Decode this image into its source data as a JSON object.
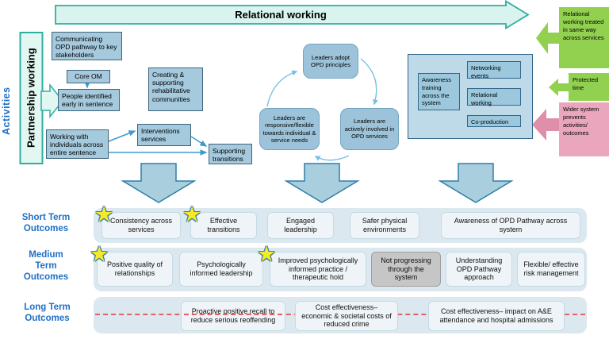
{
  "banners": {
    "relational": "Relational working",
    "partnership": "Partnership working",
    "activities_axis": "Activities"
  },
  "activity_boxes": {
    "communicating": "Communicating OPD pathway to key stakeholders",
    "core_om": "Core OM",
    "people_identified": "People identified early in sentence",
    "creating": "Creating & supporting rehabilitative communities",
    "working_with": "Working with individuals across entire sentence",
    "interventions": "Interventions services",
    "supporting": "Supporting transitions"
  },
  "leadership_cycle": {
    "top": "Leaders adopt OPD principles",
    "left": "Leaders are responsive/flexible towards individual & service needs",
    "right": "Leaders are actively involved in OPD services"
  },
  "system_box": {
    "awareness": "Awareness training across the system",
    "networking": "Networking events",
    "relational": "Relational working",
    "coproduction": "Co-production"
  },
  "side_notes": {
    "note1": "Relational working treated in same way across services",
    "note2": "Protected time",
    "note3": "Wider system prevents activities/ outcomes"
  },
  "rows": {
    "short": {
      "label": "Short Term Outcomes",
      "items": [
        {
          "label": "Consistency across services",
          "star": true
        },
        {
          "label": "Effective transitions",
          "star": true
        },
        {
          "label": "Engaged leadership",
          "star": false
        },
        {
          "label": "Safer physical environments",
          "star": false
        },
        {
          "label": "Awareness of OPD Pathway across system",
          "star": false
        }
      ]
    },
    "medium": {
      "label": "Medium Term Outcomes",
      "items": [
        {
          "label": "Positive quality of relationships",
          "star": true
        },
        {
          "label": "Psychologically informed leadership",
          "star": false
        },
        {
          "label": "Improved psychologically informed practice / therapeutic hold",
          "star": true
        },
        {
          "label": "Not progressing through the system",
          "star": false,
          "muted": true
        },
        {
          "label": "Understanding OPD Pathway approach",
          "star": false
        },
        {
          "label": "Flexible/ effective risk management",
          "star": false
        }
      ]
    },
    "long": {
      "label": "Long Term Outcomes",
      "items": [
        {
          "label": "Proactive positive recall to reduce serious reoffending"
        },
        {
          "label": "Cost effectiveness– economic & societal costs of reduced crime"
        },
        {
          "label": "Cost effectiveness– impact on A&E attendance and hospital admissions"
        }
      ]
    }
  },
  "colors": {
    "activity_fill": "#a5cade",
    "banner_fill": "#d9f4ef",
    "banner_stroke": "#2fae9f",
    "enabler_green": "#92d050",
    "barrier_pink": "#e9a6bc",
    "row_fill": "#dce8ef",
    "label_blue": "#1f6fc5",
    "dashed_red": "#e2606a",
    "star_yellow": "#f4ea25"
  }
}
